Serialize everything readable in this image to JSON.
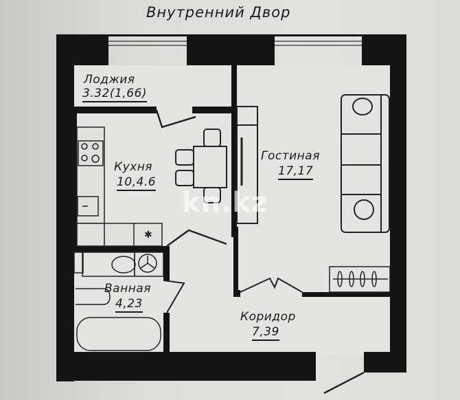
{
  "plan": {
    "title": "Внутренний Двор",
    "watermark": "kn.kz",
    "colors": {
      "wall": "#141414",
      "floor": "#e4e4e2",
      "background": "#d9d9d7",
      "text": "#1a1a1a"
    }
  },
  "rooms": [
    {
      "name": "Лоджия",
      "area": "3.32(1,66)"
    },
    {
      "name": "Кухня",
      "area": "10,4.6"
    },
    {
      "name": "Гостиная",
      "area": "17,17"
    },
    {
      "name": "Ванная",
      "area": "4,23"
    },
    {
      "name": "Коридор",
      "area": "7,39"
    }
  ]
}
